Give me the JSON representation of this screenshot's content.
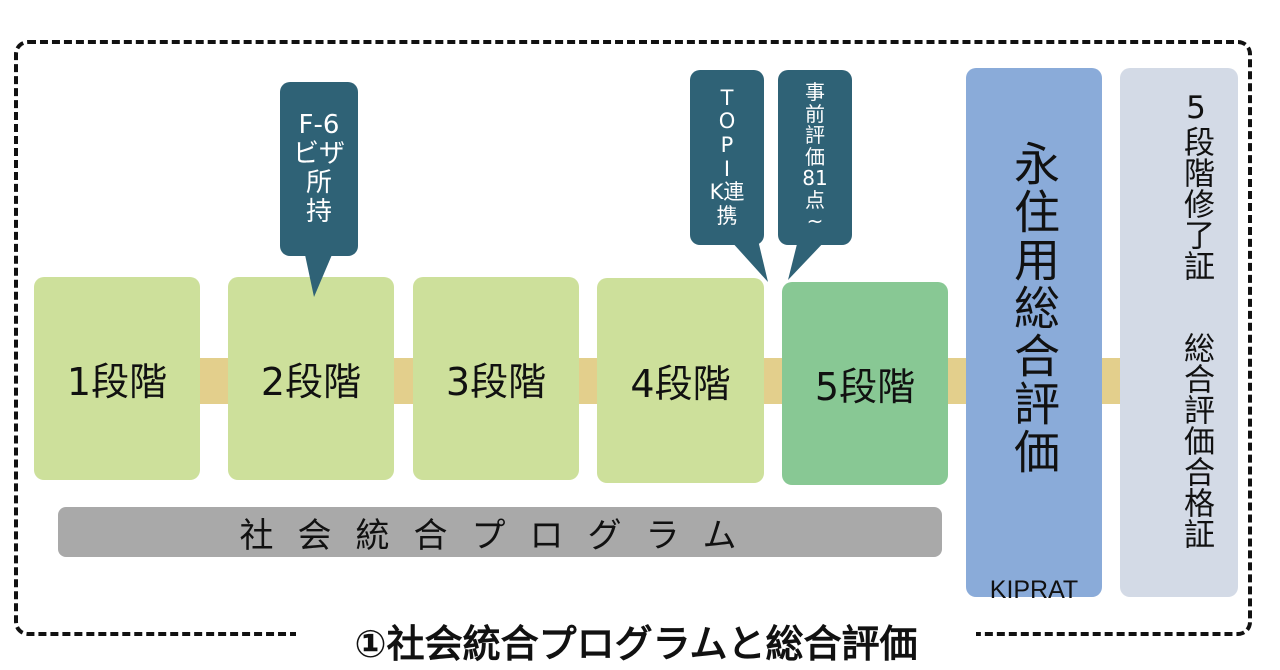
{
  "stages": [
    {
      "label": "1段階"
    },
    {
      "label": "2段階"
    },
    {
      "label": "3段階"
    },
    {
      "label": "4段階"
    },
    {
      "label": "5段階"
    }
  ],
  "callouts": {
    "f6": [
      "F-6",
      "ビザ 所",
      "持"
    ],
    "topik": [
      "T",
      "O",
      "P",
      "I",
      "K連",
      "携"
    ],
    "pre_eval": [
      "事",
      "前",
      "評",
      "価",
      "81",
      "点",
      "~"
    ]
  },
  "program_bar": "社会統合プログラム",
  "kiprat": {
    "title": "永住用総合評価",
    "label": "KIPRAT"
  },
  "certificate": {
    "line1": "5段階修了証",
    "line2": "総合評価合格証"
  },
  "caption": "①社会統合プログラムと総合評価",
  "colors": {
    "stage_light": "#cde09b",
    "stage_dark": "#88c894",
    "callout": "#2f6276",
    "connector": "#e3cf8c",
    "program_bar": "#a9a9a9",
    "kiprat": "#8aabd9",
    "certificate": "#d3dae6"
  }
}
